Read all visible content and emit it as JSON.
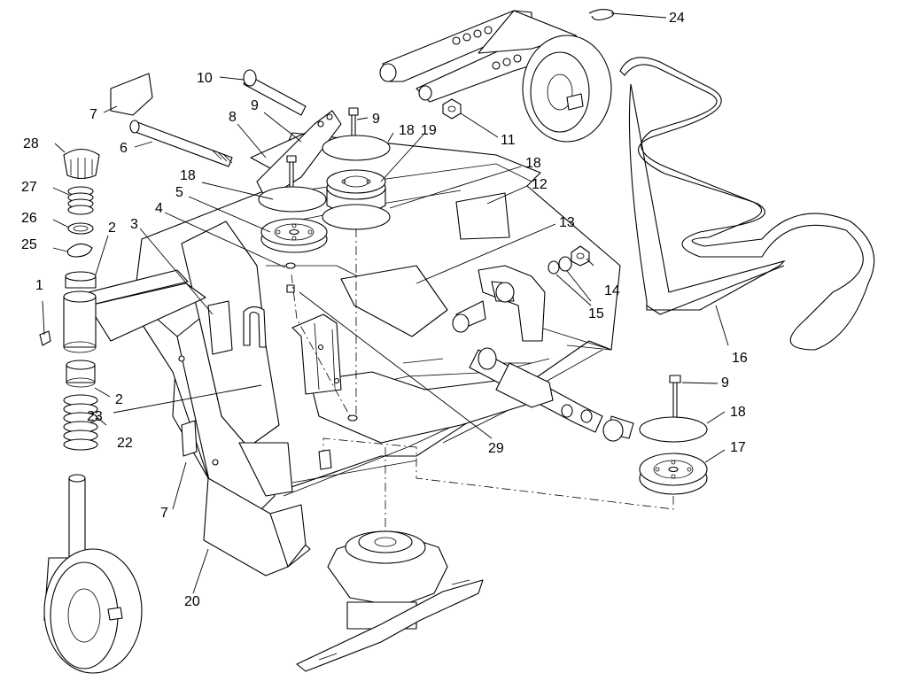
{
  "diagram": {
    "callouts": [
      {
        "id": "c1",
        "text": "1"
      },
      {
        "id": "c2a",
        "text": "2"
      },
      {
        "id": "c2b",
        "text": "2"
      },
      {
        "id": "c3",
        "text": "3"
      },
      {
        "id": "c4",
        "text": "4"
      },
      {
        "id": "c5",
        "text": "5"
      },
      {
        "id": "c6",
        "text": "6"
      },
      {
        "id": "c7a",
        "text": "7"
      },
      {
        "id": "c7b",
        "text": "7"
      },
      {
        "id": "c8",
        "text": "8"
      },
      {
        "id": "c9a",
        "text": "9"
      },
      {
        "id": "c9b",
        "text": "9"
      },
      {
        "id": "c9c",
        "text": "9"
      },
      {
        "id": "c10",
        "text": "10"
      },
      {
        "id": "c11",
        "text": "11"
      },
      {
        "id": "c12",
        "text": "12"
      },
      {
        "id": "c13",
        "text": "13"
      },
      {
        "id": "c14",
        "text": "14"
      },
      {
        "id": "c15",
        "text": "15"
      },
      {
        "id": "c16",
        "text": "16"
      },
      {
        "id": "c17",
        "text": "17"
      },
      {
        "id": "c18a",
        "text": "18"
      },
      {
        "id": "c18b",
        "text": "18"
      },
      {
        "id": "c18c",
        "text": "18"
      },
      {
        "id": "c18d",
        "text": "18"
      },
      {
        "id": "c19",
        "text": "19"
      },
      {
        "id": "c20",
        "text": "20"
      },
      {
        "id": "c22",
        "text": "22"
      },
      {
        "id": "c23",
        "text": "23"
      },
      {
        "id": "c24",
        "text": "24"
      },
      {
        "id": "c25",
        "text": "25"
      },
      {
        "id": "c26",
        "text": "26"
      },
      {
        "id": "c27",
        "text": "27"
      },
      {
        "id": "c28",
        "text": "28"
      },
      {
        "id": "c29",
        "text": "29"
      }
    ]
  }
}
